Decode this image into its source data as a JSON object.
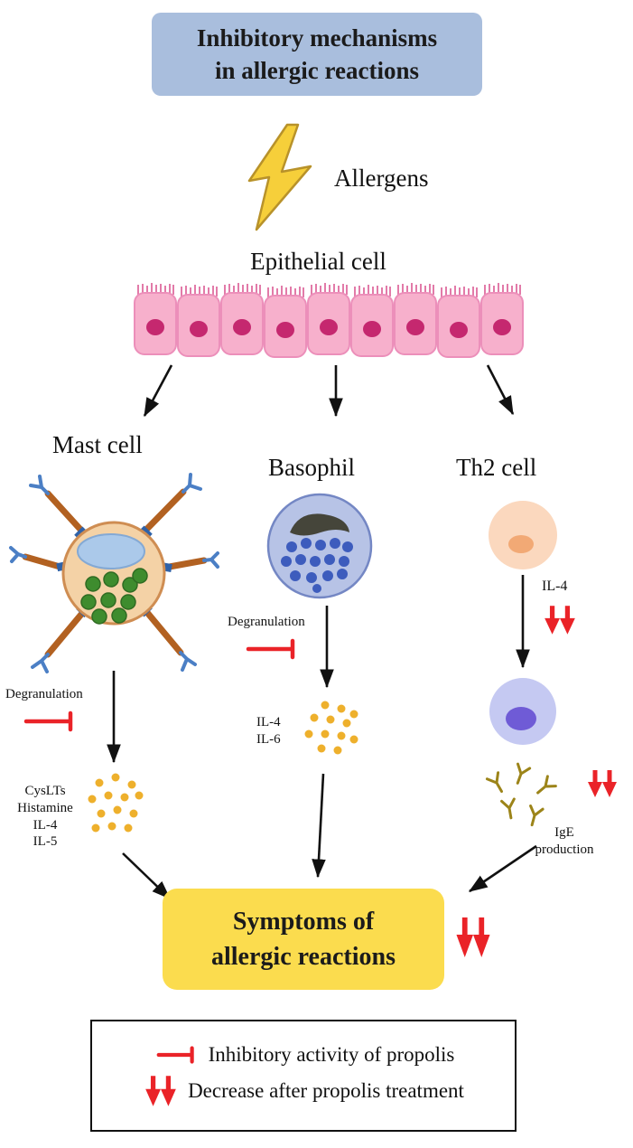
{
  "title": {
    "line1": "Inhibitory mechanisms",
    "line2": "in allergic reactions"
  },
  "allergens_label": "Allergens",
  "epithelial_label": "Epithelial cell",
  "cells": {
    "mast": {
      "label": "Mast cell",
      "degranulation": "Degranulation",
      "mediators": [
        "CysLTs",
        "Histamine",
        "IL-4",
        "IL-5"
      ]
    },
    "basophil": {
      "label": "Basophil",
      "degranulation": "Degranulation",
      "mediators": [
        "IL-4",
        "IL-6"
      ]
    },
    "th2": {
      "label": "Th2 cell",
      "il4_label": "IL-4",
      "ige_line1": "IgE",
      "ige_line2": "production"
    }
  },
  "symptoms": {
    "line1": "Symptoms of",
    "line2": "allergic reactions"
  },
  "legend": {
    "inhibitory": "Inhibitory activity of propolis",
    "decrease": "Decrease after propolis treatment"
  },
  "colors": {
    "title_bg": "#a9bedd",
    "symptoms_bg": "#fbdc4e",
    "red": "#ea2328",
    "bolt_fill": "#f6cf3a",
    "bolt_stroke": "#b8922a",
    "epithelium_pink": "#f7b0cc",
    "granule_yellow": "#eeb02c"
  }
}
